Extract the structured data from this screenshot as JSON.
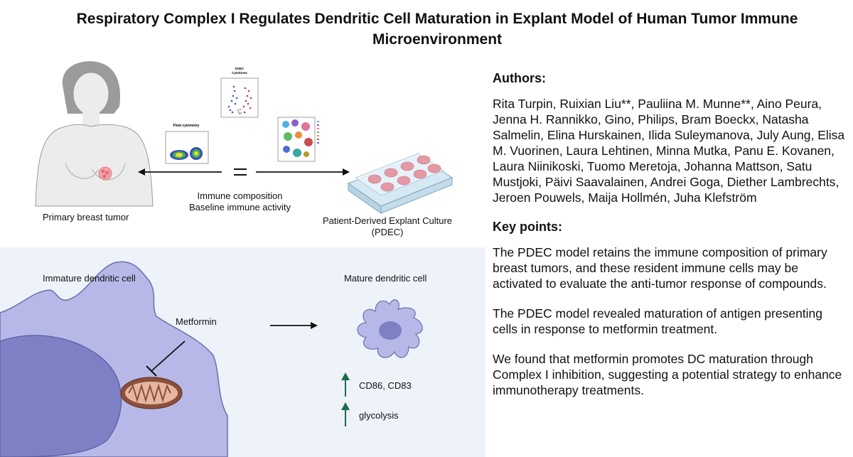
{
  "title": "Respiratory Complex I Regulates Dendritic Cell Maturation in Explant Model of Human Tumor Immune Microenvironment",
  "diagram": {
    "primary_tumor_label": "Primary breast tumor",
    "immune_line1": "Immune composition",
    "immune_line2": "Baseline immune activity",
    "pdec_line1": "Patient-Derived Explant Culture",
    "pdec_line2": "(PDEC)",
    "flow_title": "Flow cytometry",
    "volcano_title_line1": "DSEC",
    "volcano_title_line2": "Cytokines",
    "immature_label": "Immature dendritic cell",
    "mature_label": "Mature dendritic cell",
    "metformin_label": "Metformin",
    "markers_label": "CD86, CD83",
    "glycolysis_label": "glycolysis"
  },
  "authors_heading": "Authors:",
  "authors": "Rita Turpin, Ruixian Liu**, Pauliina M. Munne**, Aino Peura, Jenna H. Rannikko, Gino, Philips, Bram Boeckx, Natasha Salmelin, Elina Hurskainen, Ilida Suleymanova, July Aung, Elisa M. Vuorinen, Laura Lehtinen, Minna Mutka, Panu E. Kovanen, Laura Niinikoski, Tuomo Meretoja, Johanna Mattson, Satu Mustjoki, Päivi Saavalainen, Andrei Goga, Diether Lambrechts, Jeroen Pouwels, Maija Hollmén, Juha Klefström",
  "key_points_heading": "Key points:",
  "key_points": [
    "The PDEC model retains the immune composition of primary breast tumors, and these resident immune cells may be activated to evaluate the anti-tumor response of compounds.",
    "The PDEC model revealed maturation of antigen presenting cells in response to metformin treatment.",
    "We found that metformin promotes DC maturation through Complex I inhibition, suggesting a potential strategy to enhance immunotherapy treatments."
  ],
  "colors": {
    "bottom_panel_bg": "#eef3fa",
    "cell_body": "#b6b9e8",
    "nucleus": "#7d80c4",
    "up_arrow": "#1c6b4a",
    "mitochondrion": "#8b4f3a"
  }
}
